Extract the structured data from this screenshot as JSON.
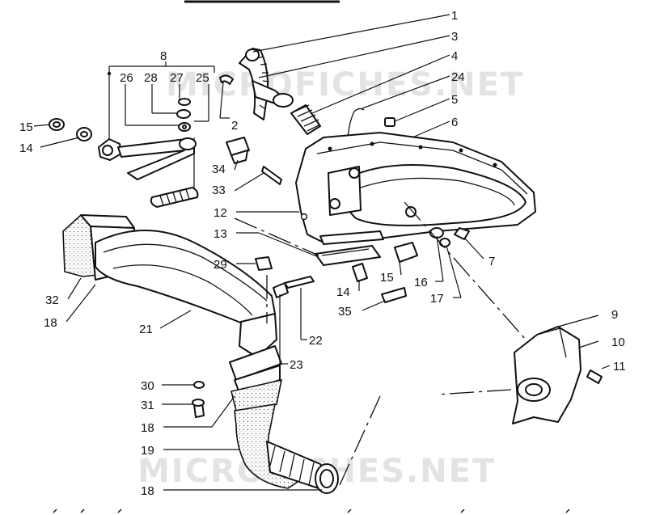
{
  "watermark": "MICROFICHES.NET",
  "parts": {
    "p1": "1",
    "p2": "2",
    "p3": "3",
    "p4": "4",
    "p5": "5",
    "p6": "6",
    "p7": "7",
    "p8": "8",
    "p9": "9",
    "p10": "10",
    "p11": "11",
    "p12": "12",
    "p13": "13",
    "p14a": "14",
    "p14b": "14",
    "p15a": "15",
    "p15b": "15",
    "p16": "16",
    "p17": "17",
    "p18a": "18",
    "p18b": "18",
    "p18c": "18",
    "p19": "19",
    "p21": "21",
    "p22": "22",
    "p23": "23",
    "p24": "24",
    "p25": "25",
    "p26": "26",
    "p27": "27",
    "p28": "28",
    "p29": "29",
    "p30": "30",
    "p31": "31",
    "p32": "32",
    "p33": "33",
    "p34": "34",
    "p35": "35"
  }
}
